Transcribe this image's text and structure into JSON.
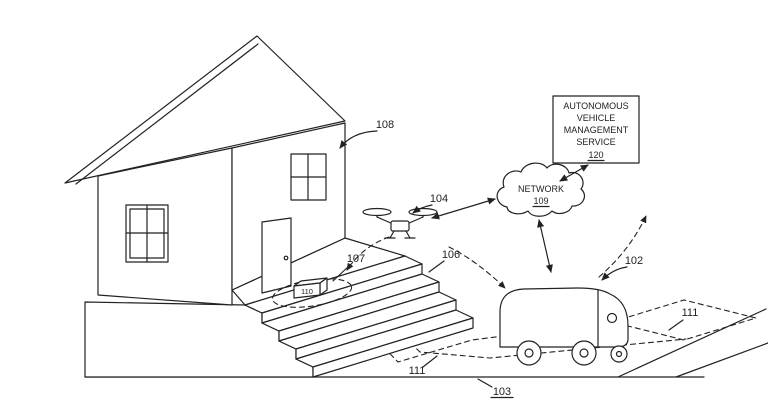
{
  "colors": {
    "background": "#ffffff",
    "ink": "#222222"
  },
  "diagram": {
    "refs": {
      "house": "108",
      "drone": "104",
      "stairs": "106",
      "delivery_area": "107",
      "package": "110",
      "robot": "102",
      "lane_right": "111",
      "path_left": "111",
      "ground": "103"
    },
    "network": {
      "name": "NETWORK",
      "ref": "109"
    },
    "service": {
      "lines": [
        "AUTONOMOUS",
        "VEHICLE",
        "MANAGEMENT",
        "SERVICE"
      ],
      "ref": "120"
    }
  }
}
